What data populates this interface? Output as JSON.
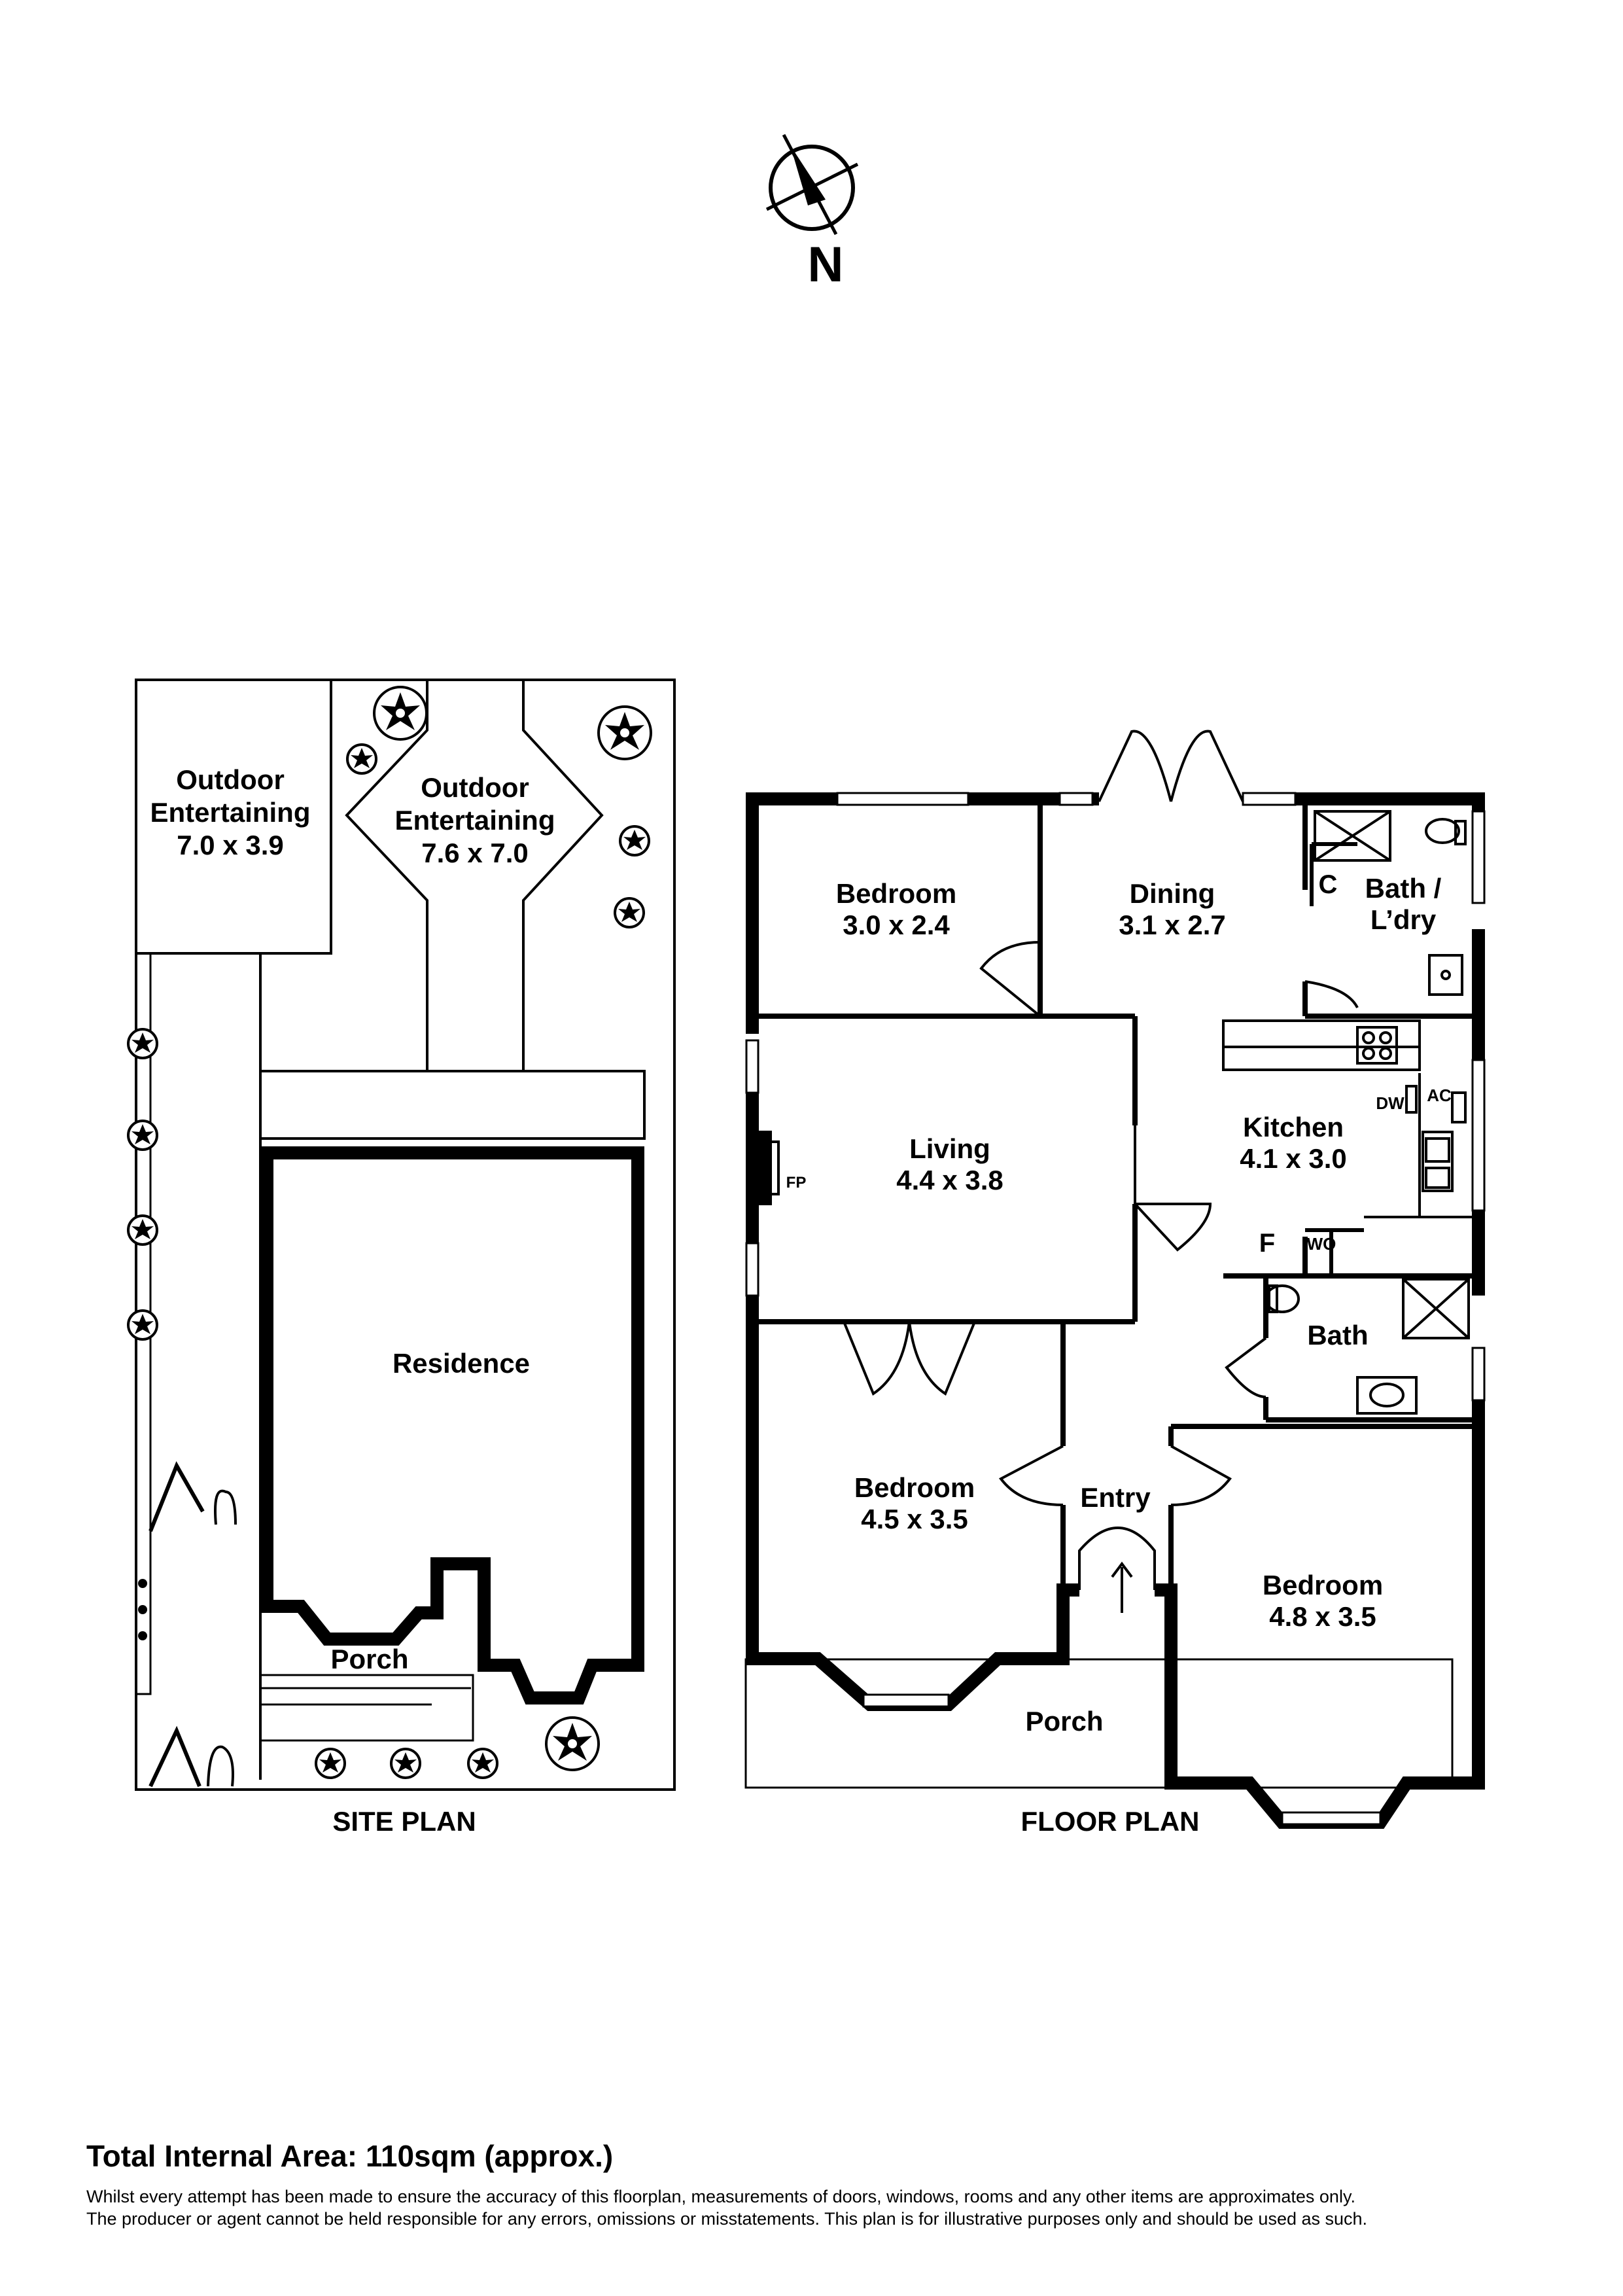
{
  "compass": {
    "north_label": "N"
  },
  "site_plan": {
    "caption": "SITE PLAN",
    "outdoor_a": {
      "name": [
        "Outdoor",
        "Entertaining"
      ],
      "size": "7.0 x 3.9"
    },
    "outdoor_b": {
      "name": [
        "Outdoor",
        "Entertaining"
      ],
      "size": "7.6 x 7.0"
    },
    "residence": "Residence",
    "porch": "Porch"
  },
  "floor_plan": {
    "caption": "FLOOR PLAN",
    "rooms": {
      "bedroom_1": {
        "name": "Bedroom",
        "size": "3.0 x 2.4"
      },
      "dining": {
        "name": "Dining",
        "size": "3.1 x 2.7"
      },
      "bath_laundry": {
        "name": [
          "Bath /",
          "L’dry"
        ]
      },
      "living": {
        "name": "Living",
        "size": "4.4 x 3.8"
      },
      "kitchen": {
        "name": "Kitchen",
        "size": "4.1 x 3.0"
      },
      "bath": {
        "name": "Bath"
      },
      "bedroom_2": {
        "name": "Bedroom",
        "size": "4.5 x 3.5"
      },
      "entry": {
        "name": "Entry"
      },
      "bedroom_3": {
        "name": "Bedroom",
        "size": "4.8 x 3.5"
      },
      "porch": {
        "name": "Porch"
      }
    },
    "fixtures": {
      "cupboard": "C",
      "fireplace": "FP",
      "dishwasher": "DW",
      "air_con": "AC",
      "fridge": "F",
      "washer": "WO"
    }
  },
  "footer": {
    "total_area": "Total Internal Area: 110sqm (approx.)",
    "disclaimer": [
      "Whilst every attempt has been made to ensure the accuracy of this floorplan, measurements of doors, windows, rooms and any other items are approximates only.",
      "The producer or agent cannot be held responsible for any errors, omissions or misstatements. This plan is for illustrative purposes only and should be used as such."
    ]
  }
}
